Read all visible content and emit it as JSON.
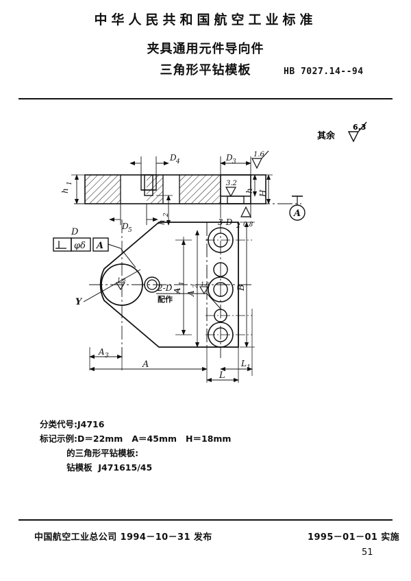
{
  "header": {
    "national_line": "中华人民共和国航空工业标准",
    "title_line1": "夹具通用元件导向件",
    "title_line2": "三角形平钻模板",
    "standard_no": "HB 7027.14--94"
  },
  "general_note": {
    "label": "其余",
    "roughness": "6.3"
  },
  "drawing": {
    "section_view": {
      "dim_h1": "h₁",
      "dim_h2": "h₂",
      "dim_H": "H",
      "dim_h": "h",
      "dim_D3": "D₃",
      "dim_D4": "D₄",
      "dim_D5": "D₅",
      "hole_callout": "3-D₂",
      "roughness_16": "1.6",
      "roughness_32": "3.2",
      "roughness_08": "0.8"
    },
    "plan_view": {
      "datum_label": "D",
      "tolerance_symbol": "⊥",
      "tolerance_value": "φδ",
      "tolerance_datum": "A",
      "axis_label": "Y",
      "hole_callout": "2-D₁",
      "hole_note": "配作",
      "roughness_hole": "1.6",
      "roughness_bore": "1.6",
      "section_marker": "A",
      "dim_A": "A",
      "dim_A1": "A₁",
      "dim_A2": "A₂",
      "dim_A3": "A₃",
      "dim_B": "B",
      "dim_L": "L",
      "dim_L1": "L₁"
    }
  },
  "notes": {
    "line1": "分类代号:J4716",
    "line2": "标记示例:D＝22mm   A＝45mm   H＝18mm",
    "line3": "         的三角形平钻模板:",
    "line4": "         钻模板  J471615/45"
  },
  "footer": {
    "issuer": "中国航空工业总公司 1994－10－31 发布",
    "effective": "1995－01－01 实施",
    "page_number": "51"
  }
}
